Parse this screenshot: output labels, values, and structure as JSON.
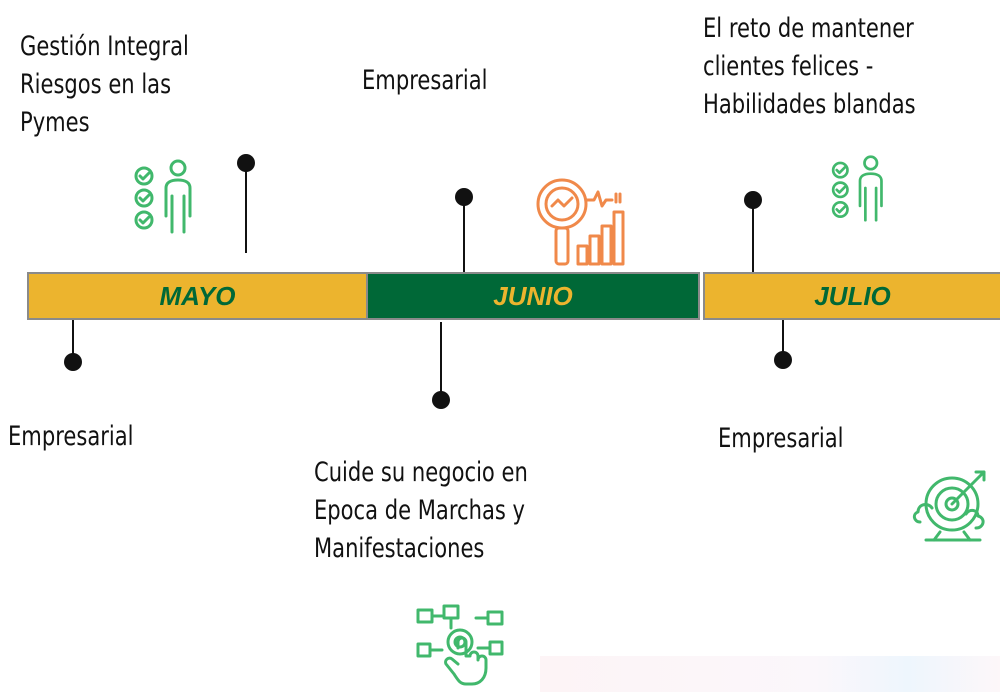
{
  "months": [
    {
      "label": "MAYO",
      "bg": "#ECB42E",
      "text": "#006837"
    },
    {
      "label": "JUNIO",
      "bg": "#006837",
      "text": "#ECB42E"
    },
    {
      "label": "JULIO",
      "bg": "#ECB42E",
      "text": "#006837"
    }
  ],
  "events": {
    "may_top": [
      "Gestión Integral",
      "Riesgos en las",
      "Pymes"
    ],
    "may_bottom": "Empresarial",
    "june_top": "Empresarial",
    "june_bottom": [
      "Cuide su negocio en",
      "Epoca de Marchas y",
      "Manifestaciones"
    ],
    "july_top": [
      "El reto de mantener",
      "clientes felices -",
      "Habilidades blandas"
    ],
    "july_bottom": "Empresarial"
  },
  "icons": {
    "may": "checklist-person-icon",
    "june": "magnifier-chart-icon",
    "july": "checklist-person-icon",
    "july_bottom": "target-arrow-icon",
    "june_bottom": "network-touch-icon"
  },
  "colors": {
    "green": "#006837",
    "gold": "#ECB42E",
    "icon_green": "#41B86C",
    "icon_orange": "#F0894A"
  }
}
